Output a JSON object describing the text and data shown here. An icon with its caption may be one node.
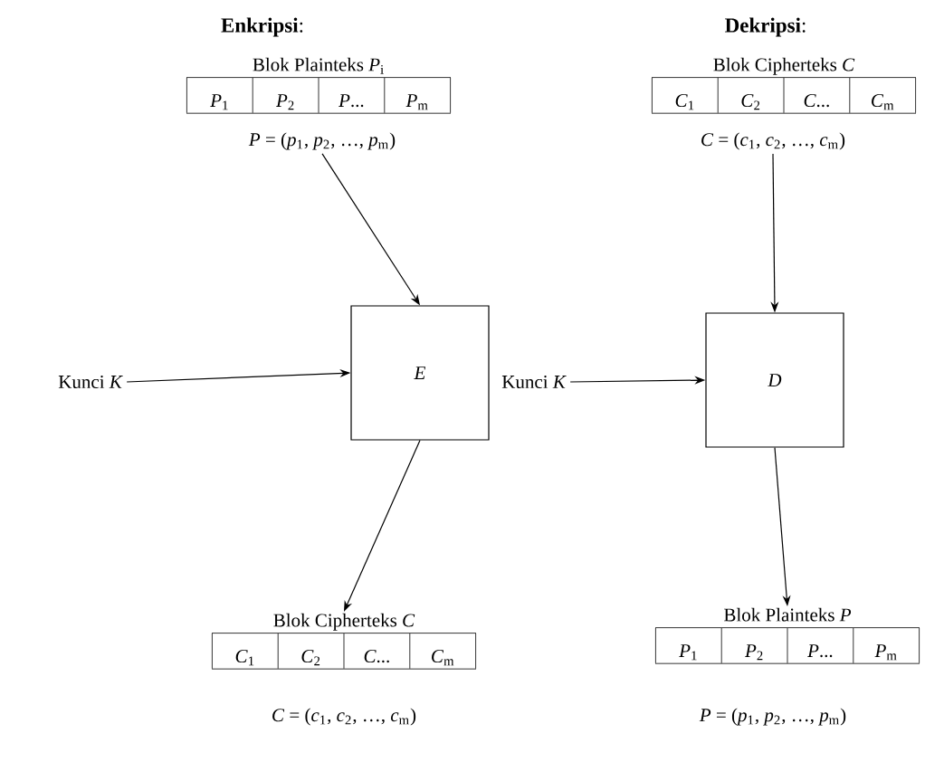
{
  "diagram": {
    "nodes": [
      {
        "text": [
          "Blok Plainteks *P*$_{i}$",
          "*P*$_{1}$",
          "*P*$_{2}$",
          "*P*...",
          "*P*$_{m}$"
        ]
      },
      {
        "text": [
          "*P* = (*p*$_{1}$, *p*$_{2}$, …, *p*$_{m}$)"
        ]
      },
      {
        "text": [
          "Kunci *K*"
        ]
      },
      {
        "text": [
          "*E*"
        ]
      },
      {
        "text": [
          "Blok Cipherteks *C*",
          "*C*$_{1}$",
          "*C*$_{2}$",
          "*C*...",
          "*C*$_{m}$"
        ]
      },
      {
        "text": [
          "Blok Cipherteks *C*",
          "*C*$_{1}$",
          "*C*$_{2}$",
          "*C*...",
          "*C*$_{m}$"
        ]
      },
      {
        "text": [
          "*C* = (*c*$_{1}$, *c*$_{2}$, …, *c*$_{m}$)"
        ]
      },
      {
        "text": [
          "Kunci *K*"
        ]
      },
      {
        "text": [
          "*D*"
        ]
      },
      {
        "text": [
          "Blok Plainteks *P*",
          "*P*$_{1}$",
          "*P*$_{2}$",
          "*P*...",
          "*P*$_{m}$"
        ]
      }
    ],
    "edges": [
      {
        "from": 1,
        "to": 3,
        "arrow": "to"
      },
      {
        "from": 2,
        "to": 3,
        "arrow": "to"
      },
      {
        "from": 3,
        "to": 4,
        "arrow": "to"
      },
      {
        "from": 6,
        "to": 8,
        "arrow": "to"
      },
      {
        "from": 7,
        "to": 8,
        "arrow": "to"
      },
      {
        "from": 8,
        "to": 9,
        "arrow": "to"
      }
    ],
    "labels": [
      "**Enkripsi**:",
      "**Dekripsi**:",
      "*C* = (*c*$_{1}$, *c*$_{2}$, …, *c*$_{m}$)",
      "*P* = (*p*$_{1}$, *p*$_{2}$, …, *p*$_{m}$)"
    ]
  }
}
